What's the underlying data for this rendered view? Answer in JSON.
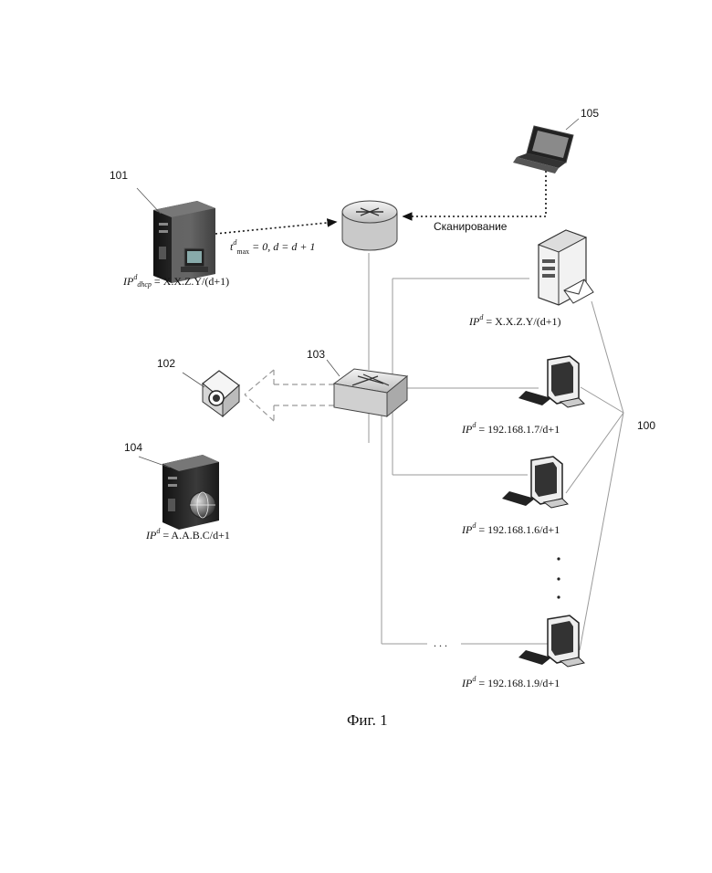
{
  "labels": {
    "ref_101": "101",
    "ref_102": "102",
    "ref_103": "103",
    "ref_104": "104",
    "ref_105": "105",
    "ref_100": "100",
    "scan": "Сканирование",
    "tmax_t": "t",
    "tmax_sup": "d",
    "tmax_sub": "max",
    "tmax_rest": " = 0, d = d + 1",
    "ip_prefix": "IP",
    "ip_sup": "d",
    "ip_dhcp_sub": "dhcp",
    "ip_101_value": " = X.X.Z.Y/(d+1)",
    "ip_server_value": " = X.X.Z.Y/(d+1)",
    "ip_104_value": " = A.A.B.C/d+1",
    "ip_pc1_value": " = 192.168.1.7/d+1",
    "ip_pc2_value": " = 192.168.1.6/d+1",
    "ip_pc3_value": " = 192.168.1.9/d+1",
    "ellipsis": ". . .",
    "caption": "Фиг. 1"
  },
  "icons": [
    "dhcp-server-icon",
    "router-icon",
    "laptop-icon",
    "mail-server-icon",
    "camera-icon",
    "switch-icon",
    "web-server-icon",
    "monitor-icon"
  ]
}
